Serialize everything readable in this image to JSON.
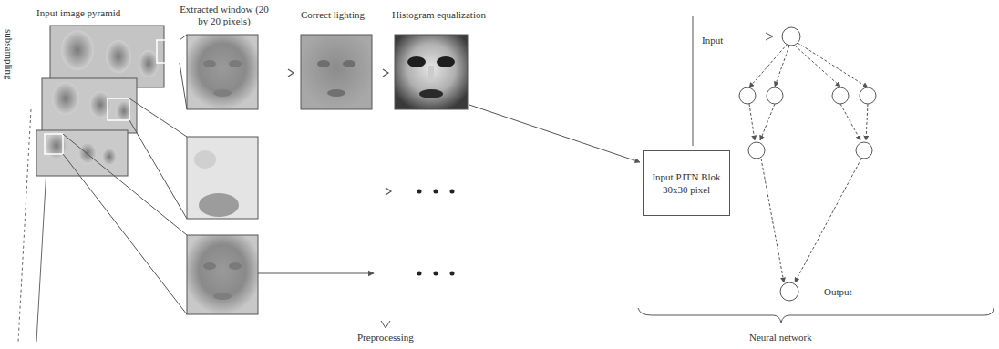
{
  "diagram": {
    "nodes": [
      {
        "text": [
          "Input PJTN Blok 30x30 pixel"
        ]
      }
    ],
    "edges": [],
    "labels": [
      "Input image pyramid",
      "subsampling",
      "Extracted window (20 by 20 pixels)",
      "Correct lighting",
      "Histogram equalization",
      "Input",
      "Output",
      "Preprocessing",
      "Neural network"
    ]
  }
}
